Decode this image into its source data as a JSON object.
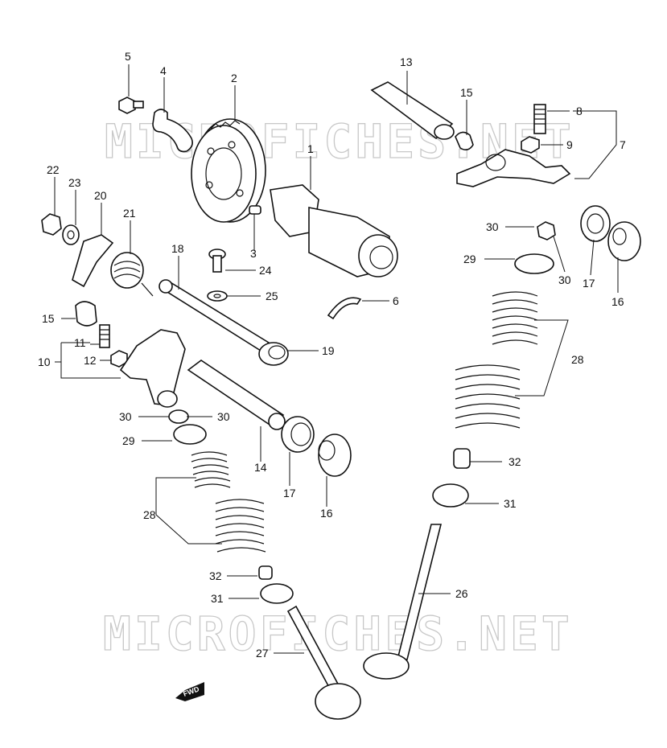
{
  "watermark": {
    "text": "MICROFICHES.NET"
  },
  "direction_marker": {
    "label": "FWD"
  },
  "callouts": [
    {
      "id": "c5",
      "label": "5"
    },
    {
      "id": "c4",
      "label": "4"
    },
    {
      "id": "c2",
      "label": "2"
    },
    {
      "id": "c13",
      "label": "13"
    },
    {
      "id": "c15a",
      "label": "15"
    },
    {
      "id": "c8",
      "label": "8"
    },
    {
      "id": "c9",
      "label": "9"
    },
    {
      "id": "c7",
      "label": "7"
    },
    {
      "id": "c1",
      "label": "1"
    },
    {
      "id": "c22",
      "label": "22"
    },
    {
      "id": "c23",
      "label": "23"
    },
    {
      "id": "c20",
      "label": "20"
    },
    {
      "id": "c21",
      "label": "21"
    },
    {
      "id": "c18",
      "label": "18"
    },
    {
      "id": "c3",
      "label": "3"
    },
    {
      "id": "c24",
      "label": "24"
    },
    {
      "id": "c25",
      "label": "25"
    },
    {
      "id": "c6",
      "label": "6"
    },
    {
      "id": "c30a",
      "label": "30"
    },
    {
      "id": "c30b",
      "label": "30"
    },
    {
      "id": "c29a",
      "label": "29"
    },
    {
      "id": "c17a",
      "label": "17"
    },
    {
      "id": "c16a",
      "label": "16"
    },
    {
      "id": "c15b",
      "label": "15"
    },
    {
      "id": "c11",
      "label": "11"
    },
    {
      "id": "c12",
      "label": "12"
    },
    {
      "id": "c10",
      "label": "10"
    },
    {
      "id": "c19",
      "label": "19"
    },
    {
      "id": "c28a",
      "label": "28"
    },
    {
      "id": "c30c",
      "label": "30"
    },
    {
      "id": "c30d",
      "label": "30"
    },
    {
      "id": "c29b",
      "label": "29"
    },
    {
      "id": "c14",
      "label": "14"
    },
    {
      "id": "c17b",
      "label": "17"
    },
    {
      "id": "c16b",
      "label": "16"
    },
    {
      "id": "c28b",
      "label": "28"
    },
    {
      "id": "c32a",
      "label": "32"
    },
    {
      "id": "c31a",
      "label": "31"
    },
    {
      "id": "c32b",
      "label": "32"
    },
    {
      "id": "c31b",
      "label": "31"
    },
    {
      "id": "c26",
      "label": "26"
    },
    {
      "id": "c27",
      "label": "27"
    }
  ]
}
